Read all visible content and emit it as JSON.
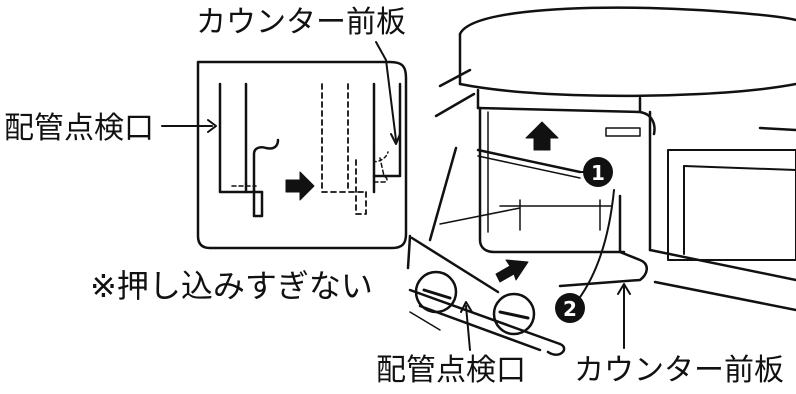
{
  "labels": {
    "counter_front_plate_top": "カウンター前板",
    "pipe_inspection_port_left": "配管点検口",
    "note": "※押し込みすぎない",
    "pipe_inspection_port_bottom": "配管点検口",
    "counter_front_plate_bottom": "カウンター前板"
  },
  "markers": [
    {
      "id": "step-1",
      "label": "1"
    },
    {
      "id": "step-2",
      "label": "2"
    }
  ],
  "colors": {
    "ink": "#111111",
    "paper": "#ffffff"
  }
}
